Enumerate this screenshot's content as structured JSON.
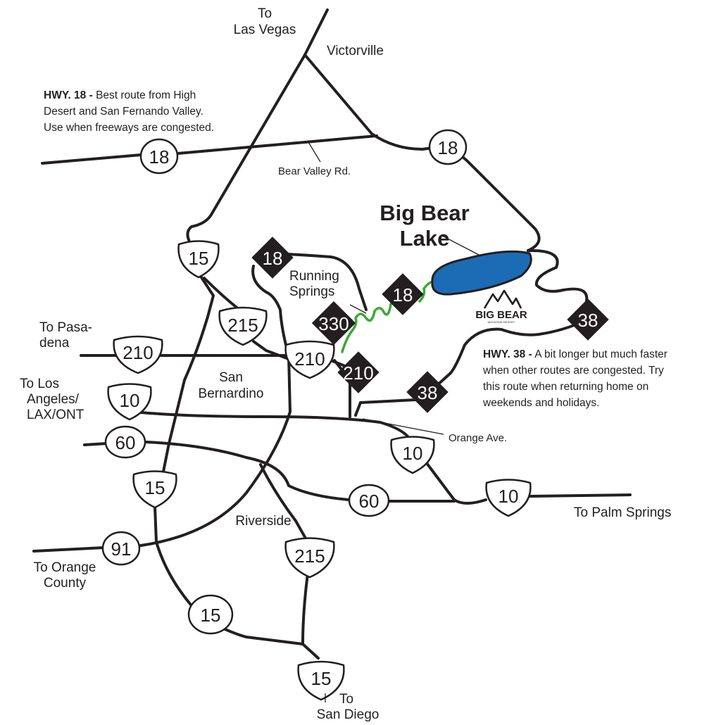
{
  "places": {
    "to_las_vegas": [
      "To",
      "Las Vegas"
    ],
    "victorville": "Victorville",
    "bear_valley_rd": "Bear Valley Rd.",
    "big_bear_lake": [
      "Big Bear",
      "Lake"
    ],
    "running_springs": [
      "Running",
      "Springs"
    ],
    "to_pasadena": [
      "To Pasa-",
      "dena"
    ],
    "san_bernardino": [
      "San",
      "Bernardino"
    ],
    "to_los_angeles": [
      "To Los",
      "Angeles/",
      "LAX/ONT"
    ],
    "orange_ave": "Orange Ave.",
    "to_palm_springs": "To Palm Springs",
    "riverside": "Riverside",
    "to_orange_county": [
      "To Orange",
      "County"
    ],
    "to_san_diego": [
      "To",
      "San Diego"
    ]
  },
  "notes": {
    "hwy18": {
      "bold": "HWY. 18 -",
      "line1": " Best route from High",
      "line2": "Desert and San Fernando Valley.",
      "line3": "Use when freeways are congested."
    },
    "hwy38": {
      "bold": "HWY. 38 -",
      "line1": " A bit longer but much faster",
      "line2": "when other routes are congested. Try",
      "line3": "this route when returning home on",
      "line4": "weekends and holidays."
    }
  },
  "logo": {
    "brand": "BIG BEAR",
    "tagline": "MOUNTAIN RESORT"
  },
  "shields": {
    "s18_west": "18",
    "s18_east": "18",
    "s15_north": "15",
    "s18_diamond_left": "18",
    "s18_diamond_right": "18",
    "s215_north": "215",
    "s330": "330",
    "s210_west": "210",
    "s210_center": "210",
    "s210_diamond": "210",
    "s38_east": "38",
    "s38_south": "38",
    "s10_west": "10",
    "s60_west": "60",
    "s10_center": "10",
    "s15_mid": "15",
    "s60_east": "60",
    "s10_east": "10",
    "s91": "91",
    "s215_south": "215",
    "s15_low": "15",
    "s15_bottom": "15"
  },
  "colors": {
    "road": "#231f20",
    "lake": "#1b6cb5",
    "scenic_route": "#3aa935"
  }
}
